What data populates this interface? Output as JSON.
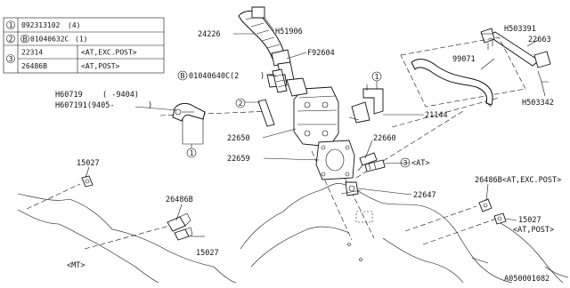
{
  "table": {
    "rows": [
      {
        "mark": "1",
        "parts": [
          {
            "number": "092313102",
            "note": "4"
          }
        ]
      },
      {
        "mark": "2",
        "parts": [
          {
            "number": "01040632C",
            "note": "1",
            "prefix": "B"
          }
        ]
      },
      {
        "mark": "3",
        "parts": [
          {
            "number": "22314",
            "note": "<AT,EXC.POST>"
          },
          {
            "number": "26486B",
            "note": "<AT,POST>"
          }
        ]
      }
    ]
  },
  "callouts": {
    "p24226": "24226",
    "h51906": "H51906",
    "f92604": "F92604",
    "b01040640c": "01040640C(2",
    "h60719": "H60719",
    "h60719_range": "(   -9404)",
    "h607191": "H607191(9405-",
    "h607191_close": ")",
    "p22650": "22650",
    "p22659": "22659",
    "p22660": "22660",
    "p21144": "21144",
    "at": "<AT>",
    "p22647": "22647",
    "p15027_a": "15027",
    "p26486b_left": "26486B",
    "p15027_b": "15027",
    "mt": "<MT>",
    "h503391": "H503391",
    "p22663": "22663",
    "p99071": "99071",
    "h503342": "H503342",
    "p26486b_right": "26486B<AT,EXC.POST>",
    "p15027_c": "15027",
    "at_post": "<AT,POST>",
    "drawing_id": "A050001082"
  },
  "marks": {
    "circle1": "1",
    "circle2": "2",
    "circle3": "3",
    "circleB": "B"
  }
}
